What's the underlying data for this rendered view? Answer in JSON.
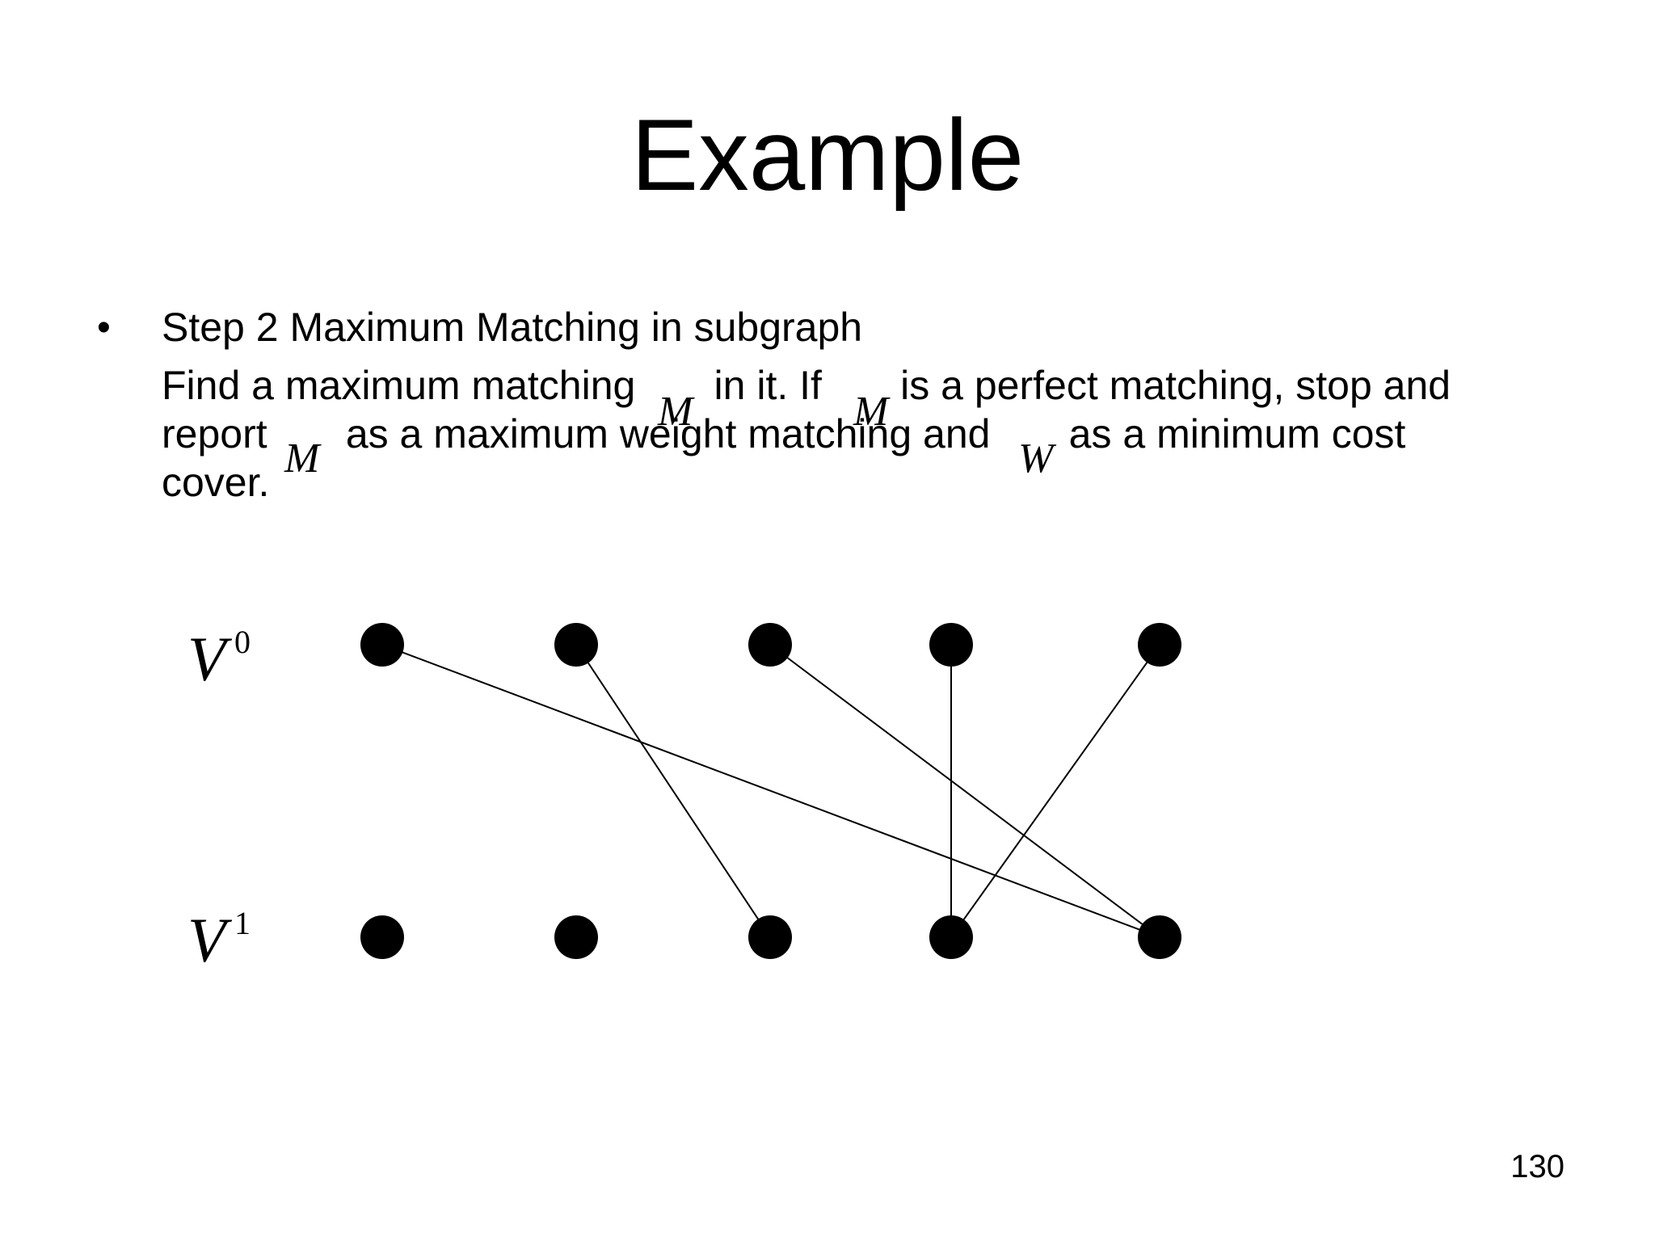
{
  "slide": {
    "title": "Example",
    "bullet_symbol": "•",
    "bullet_heading": "Step 2 Maximum Matching in subgraph",
    "body_lines": [
      "Find a maximum matching       in it. If       is a perfect matching, stop and",
      "report       as a maximum weight matching and       as a minimum cost",
      "cover."
    ],
    "math_vars": [
      "M",
      "M",
      "M",
      "W"
    ],
    "page_number": "130"
  },
  "graph": {
    "top_label": {
      "base": "V",
      "sup": "0"
    },
    "bottom_label": {
      "base": "V",
      "sup": "1"
    },
    "top_node_count": 5,
    "bottom_node_count": 5,
    "edges": [
      [
        0,
        4
      ],
      [
        1,
        2
      ],
      [
        2,
        4
      ],
      [
        3,
        3
      ],
      [
        4,
        3
      ]
    ]
  },
  "colors": {
    "ink": "#000000",
    "background": "#ffffff"
  }
}
